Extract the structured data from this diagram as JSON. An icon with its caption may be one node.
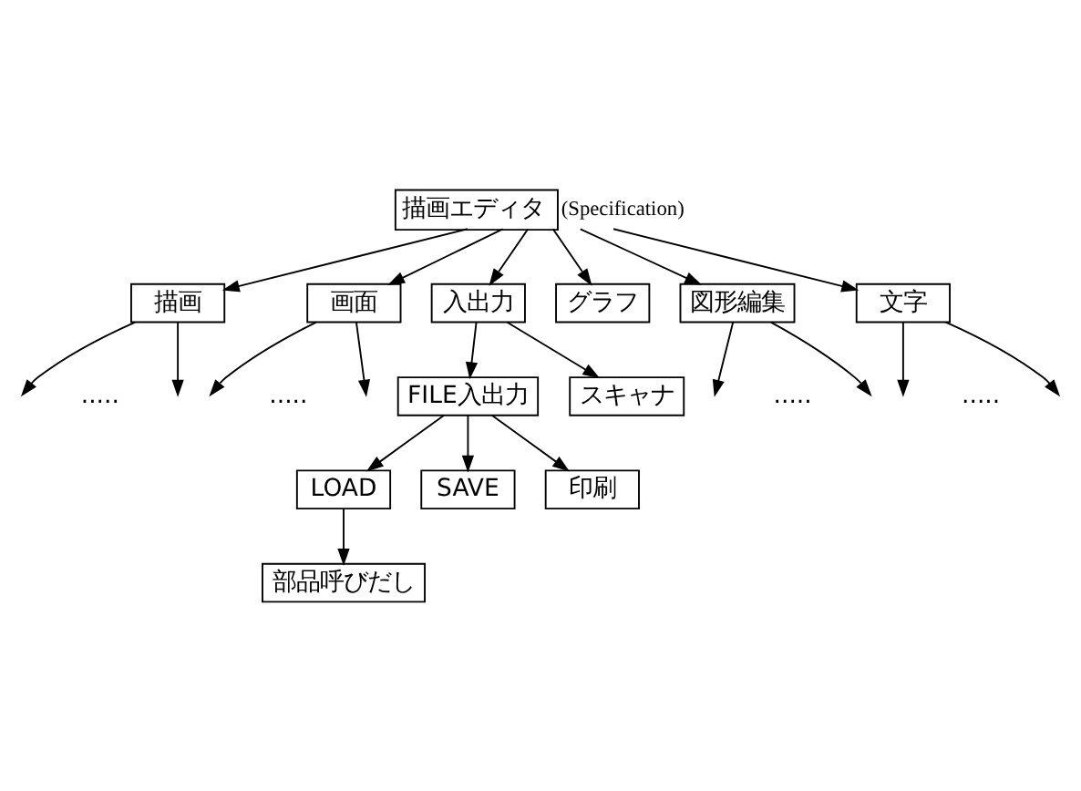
{
  "diagram": {
    "nodes": [
      {
        "text": [
          "描画エディタ"
        ],
        "beside": [
          "(Specification)"
        ]
      },
      {
        "text": [
          "描画"
        ]
      },
      {
        "text": [
          "画面"
        ]
      },
      {
        "text": [
          "入出力"
        ]
      },
      {
        "text": [
          "グラフ"
        ]
      },
      {
        "text": [
          "図形編集"
        ]
      },
      {
        "text": [
          "文字"
        ]
      },
      {
        "text": [
          "FILE入出力"
        ]
      },
      {
        "text": [
          "スキャナ"
        ]
      },
      {
        "text": [
          "LOAD"
        ]
      },
      {
        "text": [
          "SAVE"
        ]
      },
      {
        "text": [
          "印刷"
        ]
      },
      {
        "text": [
          "部品呼びだし"
        ]
      }
    ],
    "edges": [
      {
        "from": 0,
        "to": 1,
        "arrow": "to"
      },
      {
        "from": 0,
        "to": 2,
        "arrow": "to"
      },
      {
        "from": 0,
        "to": 3,
        "arrow": "to"
      },
      {
        "from": 0,
        "to": 4,
        "arrow": "to"
      },
      {
        "from": 0,
        "to": 5,
        "arrow": "to"
      },
      {
        "from": 0,
        "to": 6,
        "arrow": "to"
      },
      {
        "from": 1,
        "to": null,
        "arrow": "to"
      },
      {
        "from": 1,
        "to": null,
        "arrow": "to"
      },
      {
        "from": 2,
        "to": null,
        "arrow": "to"
      },
      {
        "from": 2,
        "to": null,
        "arrow": "to"
      },
      {
        "from": 3,
        "to": 7,
        "arrow": "to"
      },
      {
        "from": 3,
        "to": 8,
        "arrow": "to"
      },
      {
        "from": 5,
        "to": null,
        "arrow": "to"
      },
      {
        "from": 5,
        "to": null,
        "arrow": "to"
      },
      {
        "from": 6,
        "to": null,
        "arrow": "to"
      },
      {
        "from": 6,
        "to": null,
        "arrow": "to"
      },
      {
        "from": 7,
        "to": 9,
        "arrow": "to"
      },
      {
        "from": 7,
        "to": 10,
        "arrow": "to"
      },
      {
        "from": 7,
        "to": 11,
        "arrow": "to"
      },
      {
        "from": 9,
        "to": 12,
        "arrow": "to"
      }
    ],
    "labels": [
      ".....",
      ".....",
      ".....",
      "....."
    ]
  }
}
